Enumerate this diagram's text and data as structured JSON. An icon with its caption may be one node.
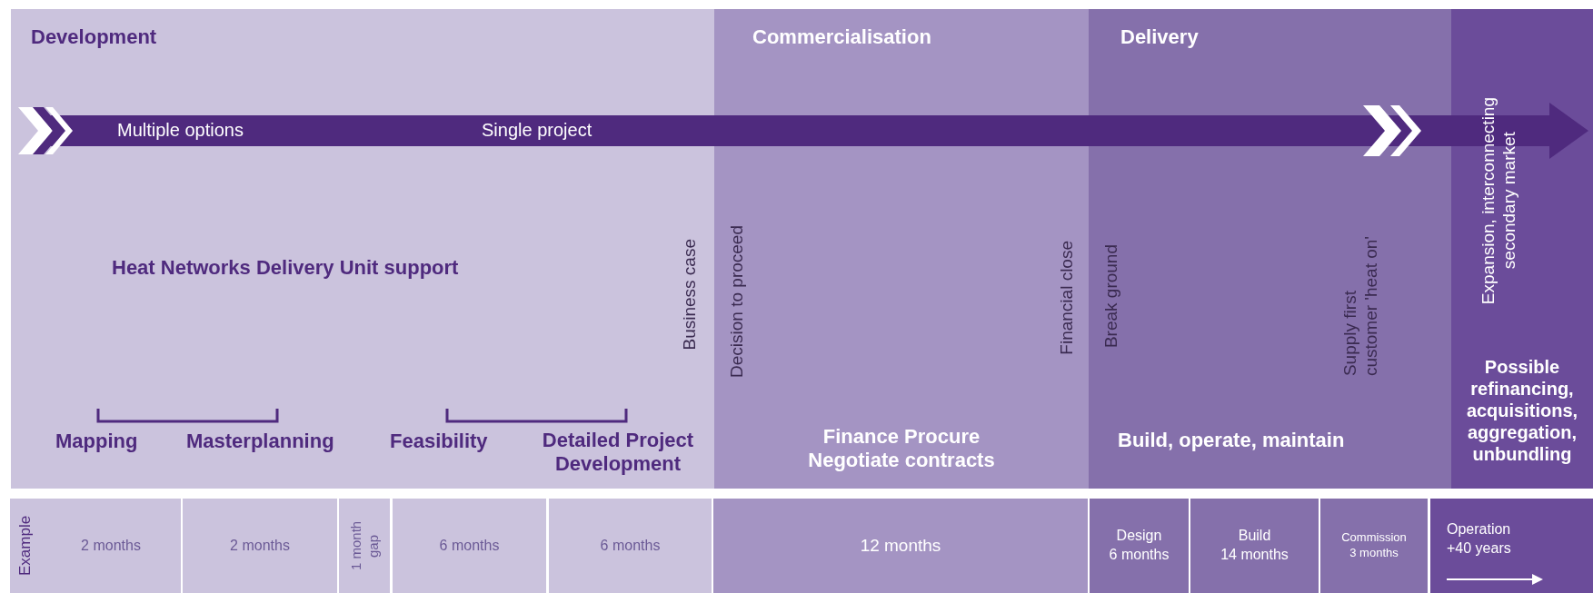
{
  "diagram": {
    "nodes": [
      {
        "text": [
          "Development",
          "Heat Networks Delivery Unit support"
        ]
      },
      {
        "text": [
          "Commercialisation",
          "Finance Procure Negotiate contracts"
        ]
      },
      {
        "text": [
          "Delivery",
          "Build, operate, maintain"
        ]
      },
      {
        "text": [
          "Possible refinancing, acquisitions, aggregation, unbundling"
        ]
      },
      {
        "text": [
          "Multiple options",
          "Single project"
        ]
      }
    ],
    "labels": [
      "Business case",
      "Decision to proceed",
      "Financial close",
      "Break ground",
      "Supply first customer 'heat on'",
      "Expansion, interconnecting secondary market",
      "Mapping",
      "Masterplanning",
      "Feasibility",
      "Detailed Project Development",
      "Example",
      "2 months",
      "2 months",
      "1 month gap",
      "6 months",
      "6 months",
      "12 months",
      "Design 6 months",
      "Build 14 months",
      "Commission 3 months",
      "Operation +40 years"
    ]
  }
}
